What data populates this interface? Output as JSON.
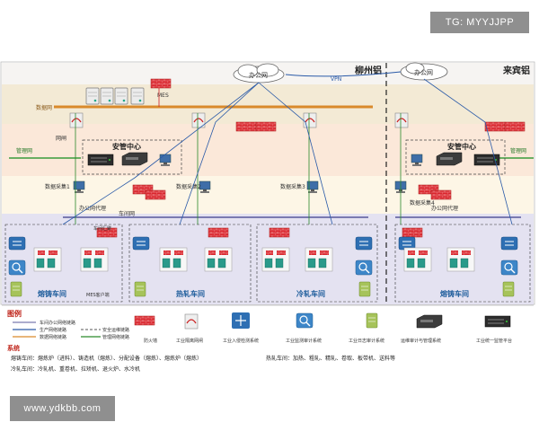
{
  "watermarks": {
    "top": "TG: MYYJJPP",
    "bottom": "www.ydkbb.com"
  },
  "diagram": {
    "plant_left": "柳州铝",
    "plant_right": "来宾铝",
    "office_net_top": "办公网",
    "office_net_right": "办公网",
    "vpn_label": "VPN",
    "mes_label": "MES",
    "data_net_label": "数据网",
    "gateway_label": "网闸",
    "mgmt_net_left": "管理网",
    "mgmt_net_right": "管理网",
    "ops_center_left": "安管中心",
    "ops_center_right": "安管中心",
    "data_collect_1": "数据采集1",
    "data_collect_2": "数据采集2",
    "data_collect_3": "数据采集3",
    "data_collect_4": "数据采集4",
    "office_proxy_left": "办公网代理",
    "office_proxy_right": "办公网代理",
    "workshop_net": "车间网",
    "workshop_switch": "车间汇聚",
    "mes_client": "MES客户端",
    "workshop_1": "熔铸车间",
    "workshop_2": "热轧车间",
    "workshop_3": "冷轧车间",
    "workshop_4": "熔铸车间",
    "legend_title": "图例",
    "legend_lines": [
      "车间办公网络链路",
      "生产网络链路",
      "数据网络链路",
      "安全运维链路",
      "管理网络链路"
    ],
    "legend_icons": [
      "防火墙",
      "工业隔离网闸",
      "工业入侵检测系统",
      "工业监测审计系统",
      "工业日志审计系统",
      "运维审计与管理系统",
      "工业统一监管平台"
    ],
    "system_title": "系统",
    "system_lines": [
      "熔铸车间：熔炼炉（进料）、铸造机（熔炼）、分配设备（熔炼）、熔炼炉（熔炼）",
      "热轧车间：加热、粗轧、精轧、卷取、板带机、送料等",
      "冷轧车间：冷轧机、重卷机、拉矫机、退火炉、水冷机"
    ]
  }
}
